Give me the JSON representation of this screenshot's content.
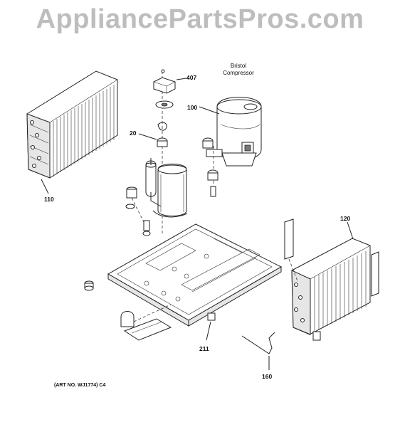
{
  "watermark": "AppliancePartsPros.com",
  "compressor_label": {
    "line1": "Bristol",
    "line2": "Compressor"
  },
  "callouts": {
    "c407": "407",
    "c100": "100",
    "c20": "20",
    "c110": "110",
    "c120": "120",
    "c211": "211",
    "c160": "160"
  },
  "art_note": "(ART NO. WJ1774) C4"
}
